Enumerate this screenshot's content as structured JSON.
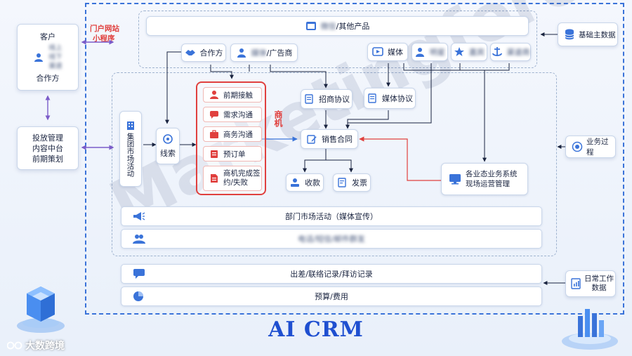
{
  "title": "AI CRM",
  "watermark": "Marketingforce",
  "logo_text": "大数跨境",
  "portal_label": [
    "门户网站",
    "小程序"
  ],
  "top_product": {
    "blurred": "微信",
    "text": "/其他产品"
  },
  "partner_row": {
    "partner": "合作方",
    "agency_blur": "媒体",
    "agency_text": "/广告商",
    "media": "媒体",
    "blur1": "明星",
    "blur2": "嘉宾",
    "blur3": "渠道商"
  },
  "left_customer": {
    "title": "客户",
    "blur_lines": [
      "线上",
      "线下",
      "渠道"
    ],
    "footer": "合作方"
  },
  "left_plan": {
    "lines": [
      "投放管理",
      "内容中台",
      "前期策划"
    ]
  },
  "group_activity": "集团市场活动",
  "leads": "线索",
  "opportunity_label": "商机",
  "opp_steps": [
    "前期接触",
    "需求沟通",
    "商务沟通",
    "预订单",
    "商机完成签约/失败"
  ],
  "agreements": {
    "merchant": "招商协议",
    "media": "媒体协议"
  },
  "sales_contract": "销售合同",
  "receipt": "收款",
  "invoice": "发票",
  "biz_system": [
    "各业态业务系统",
    "现场运营管理"
  ],
  "side": {
    "master_data": "基础主数据",
    "biz_process": "业务过程",
    "daily_work": [
      "日常工作",
      "数据"
    ]
  },
  "bars": {
    "dept_activity": "部门市场活动（媒体宣传）",
    "blur_bar": "电话/短信/邮件群发",
    "travel": "出差/联络记录/拜访记录",
    "budget": "预算/费用"
  }
}
